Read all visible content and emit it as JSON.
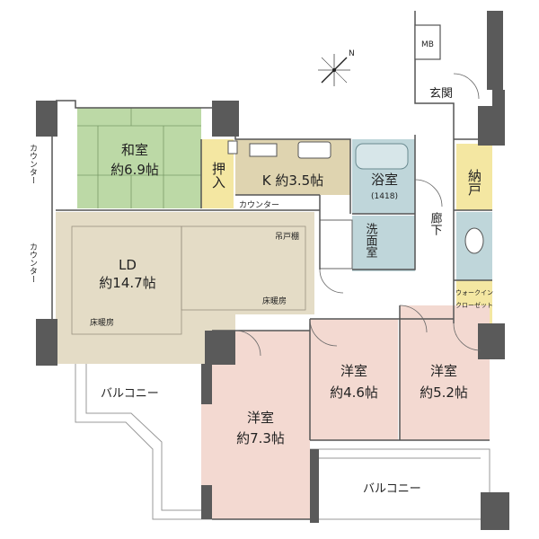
{
  "rooms": {
    "washitsu": {
      "name": "和室",
      "size": "約6.9帖"
    },
    "oshiire": {
      "name": "押入"
    },
    "kitchen": {
      "name": "K 約3.5帖"
    },
    "bathroom": {
      "name": "浴室",
      "note": "(1418)"
    },
    "senmen": {
      "name": "洗面室"
    },
    "nando": {
      "name": "納戸"
    },
    "genkan": {
      "name": "玄関"
    },
    "mb": {
      "name": "MB"
    },
    "rouka": {
      "name": "廊下"
    },
    "walkin": {
      "line1": "ウォークイン",
      "line2": "クローゼット"
    },
    "ld": {
      "name": "LD",
      "size": "約14.7帖"
    },
    "yoshitsu1": {
      "name": "洋室",
      "size": "約7.3帖"
    },
    "yoshitsu2": {
      "name": "洋室",
      "size": "約4.6帖"
    },
    "yoshitsu3": {
      "name": "洋室",
      "size": "約5.2帖"
    }
  },
  "labels": {
    "counter_left_top": "カウンター",
    "counter_left_bottom": "カウンター",
    "counter_kitchen": "カウンター",
    "tsuridana": "吊戸棚",
    "yukadanbou_1": "床暖房",
    "yukadanbou_2": "床暖房",
    "balcony_left": "バルコニー",
    "balcony_bottom": "バルコニー",
    "compass_n": "N"
  },
  "colors": {
    "wall": "#5a5a5a",
    "tatami": "#bcd9a6",
    "ld_floor": "#e4dcc6",
    "kitchen": "#dfd4b0",
    "closet": "#f4e7a2",
    "bath": "#bfd6da",
    "western": "#f3d9d1",
    "corridor": "#ffffff"
  }
}
